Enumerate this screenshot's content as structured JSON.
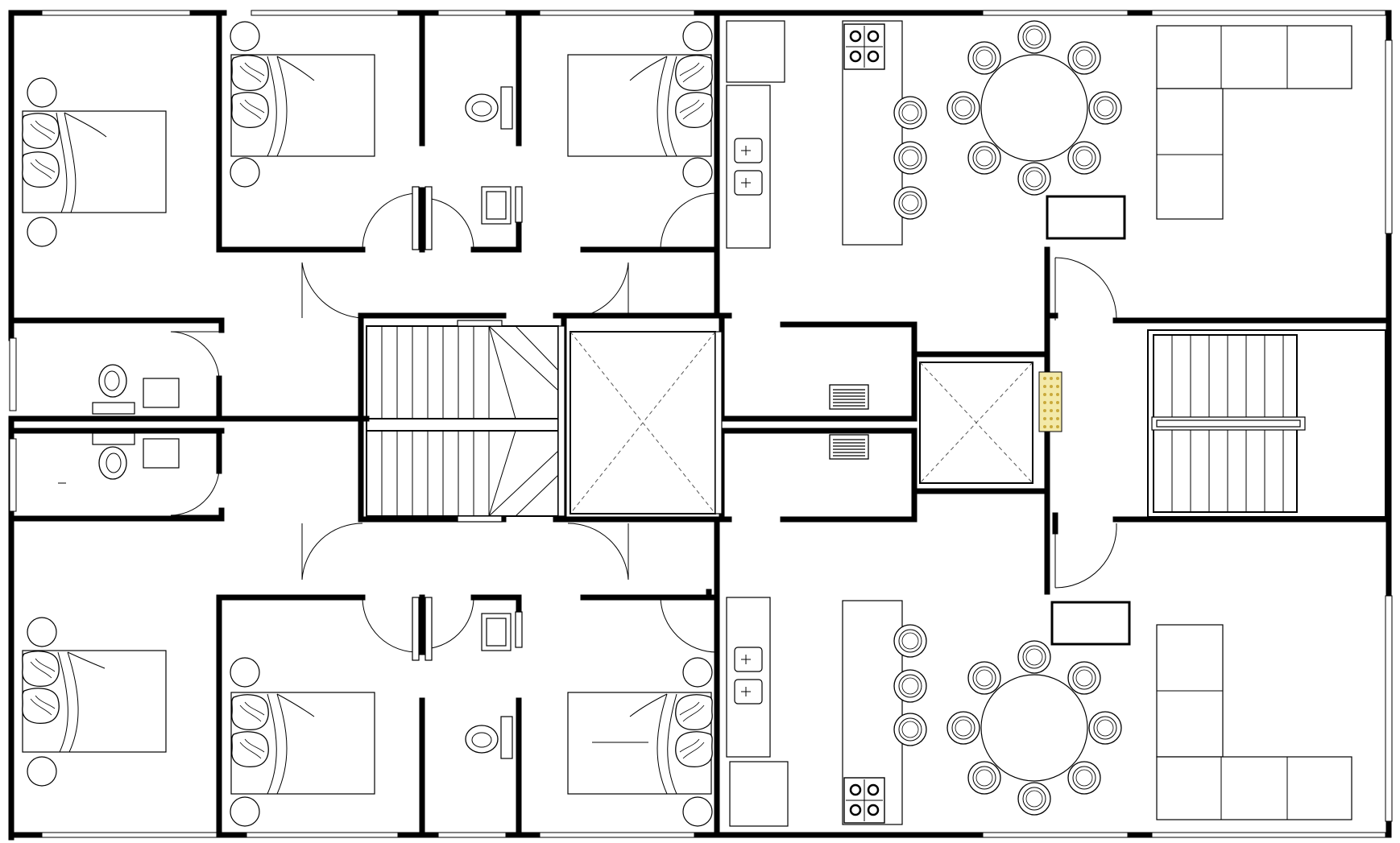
{
  "drawing": {
    "kind": "architectural floor plan",
    "background": "#ffffff",
    "line_color": "#000000",
    "accent_colors": {
      "elevator_panel": "#f3e9a8",
      "panel_dots": "#c9a93a"
    }
  },
  "symbols": {
    "bed": "bed-icon",
    "toilet": "toilet-icon",
    "sink": "sink-icon",
    "stove": "stove-icon",
    "chair": "chair-icon",
    "door": "door-swing-icon",
    "stair": "stair-icon",
    "elevator": "elevator-shaft-icon",
    "window": "window-icon"
  },
  "counts": {
    "bedrooms": 6,
    "bathrooms": 4,
    "kitchens": 2,
    "stairs": 2,
    "elevators": 2,
    "dining_chairs_per_table": 8
  }
}
